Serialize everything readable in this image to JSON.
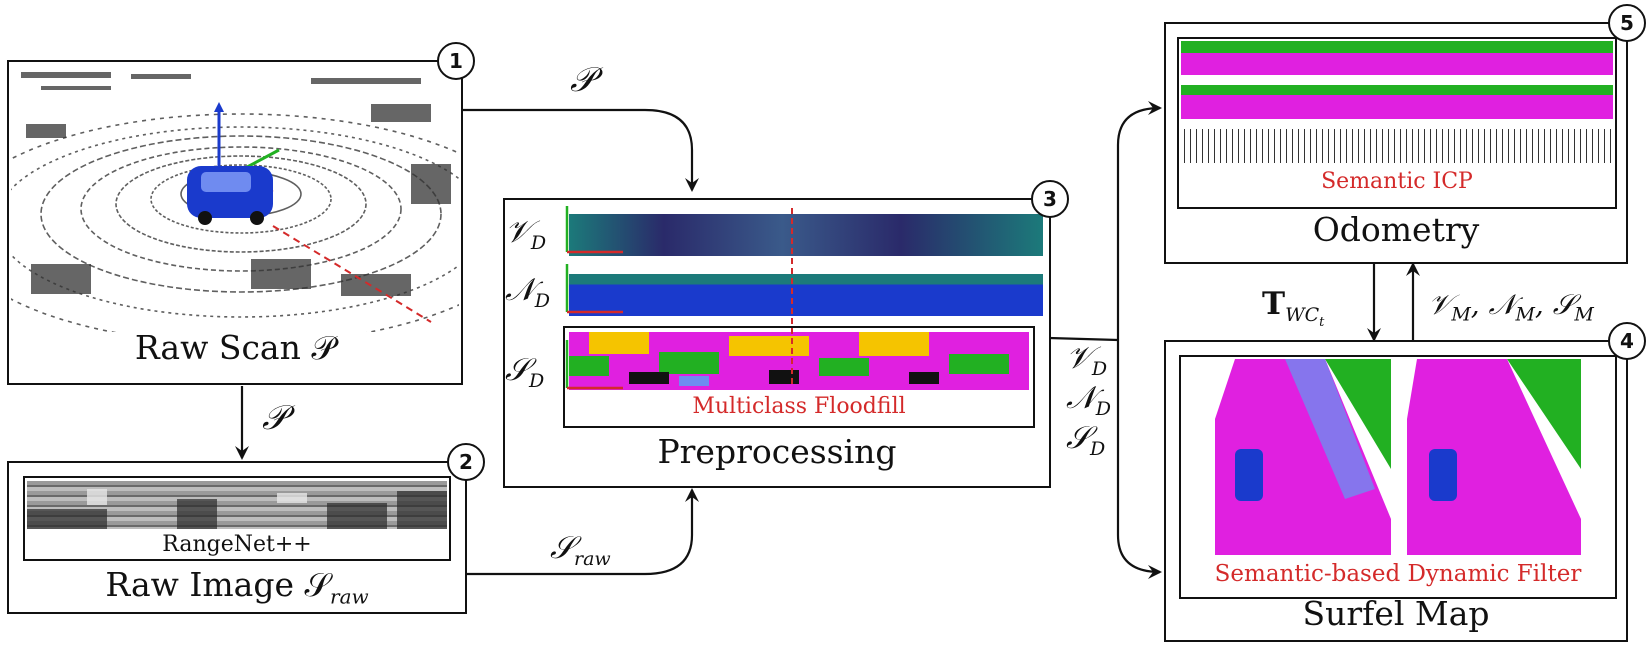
{
  "steps": [
    {
      "number": "1",
      "label": "Raw Scan 𝒫"
    },
    {
      "number": "2",
      "label": "Raw Image 𝒮",
      "label_sub": "raw",
      "inner_label": "RangeNet++"
    },
    {
      "number": "3",
      "label": "Preprocessing",
      "inner_label": "Multiclass Floodfill"
    },
    {
      "number": "4",
      "label": "Surfel Map",
      "inner_label": "Semantic-based Dynamic Filter"
    },
    {
      "number": "5",
      "label": "Odometry",
      "inner_label": "Semantic ICP"
    }
  ],
  "preprocessing_rows": [
    {
      "symbol": "𝒱",
      "sub": "D"
    },
    {
      "symbol": "𝒩",
      "sub": "D"
    },
    {
      "symbol": "𝒮",
      "sub": "D"
    }
  ],
  "edge_labels": {
    "p_to_preprocessing": "𝒫",
    "p_to_raw_image": "𝒫",
    "s_raw": {
      "symbol": "𝒮",
      "sub": "raw"
    },
    "transform": {
      "symbol": "T",
      "sub": "WC",
      "subsub": "t"
    },
    "model": "𝒱M, 𝒩M, 𝒮M",
    "model_parts": [
      {
        "symbol": "𝒱",
        "sub": "M"
      },
      {
        "symbol": "𝒩",
        "sub": "M"
      },
      {
        "symbol": "𝒮",
        "sub": "M"
      }
    ],
    "dense_outputs": [
      {
        "symbol": "𝒱",
        "sub": "D"
      },
      {
        "symbol": "𝒩",
        "sub": "D"
      },
      {
        "symbol": "𝒮",
        "sub": "D"
      }
    ]
  },
  "colors": {
    "highlight_text": "#d42a2a",
    "semantic_road": "#e020e0",
    "semantic_vegetation": "#22b022",
    "semantic_building": "#f5c400",
    "car": "#1a3acc",
    "depth_dark": "#2a2a6a",
    "depth_teal": "#1c7a7a"
  }
}
